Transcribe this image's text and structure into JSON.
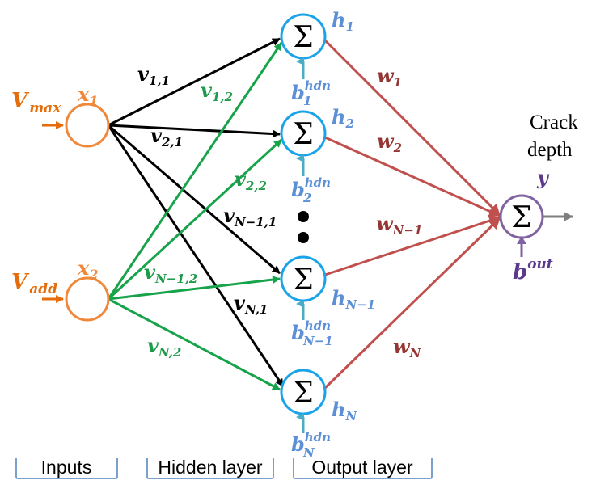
{
  "colors": {
    "input": "#f0883a",
    "input_label": "#e46c0a",
    "hidden": "#1aa3e8",
    "hidden_label": "#5b8fd6",
    "bias_arrow": "#4bacc6",
    "edge_x1": "#000000",
    "edge_x2": "#16a34a",
    "edge_x2_label": "#1f9a4a",
    "edge_out": "#c0504d",
    "edge_out_label": "#943634",
    "output": "#8064a2",
    "output_arrow": "#7f7f7f",
    "bracket": "#4f81bd"
  },
  "inputs": [
    {
      "id": "x1",
      "name": "x",
      "sub": "1",
      "signal": "V",
      "signal_sub": "max"
    },
    {
      "id": "x2",
      "name": "x",
      "sub": "2",
      "signal": "V",
      "signal_sub": "add"
    }
  ],
  "hidden": [
    {
      "id": "h1",
      "name": "h",
      "sub": "1",
      "bias": "b",
      "bias_sup": "hdn",
      "bias_sub": "1",
      "symbol": "Σ"
    },
    {
      "id": "h2",
      "name": "h",
      "sub": "2",
      "bias": "b",
      "bias_sup": "hdn",
      "bias_sub": "2",
      "symbol": "Σ"
    },
    {
      "id": "hN-1",
      "name": "h",
      "sub": "N−1",
      "bias": "b",
      "bias_sup": "hdn",
      "bias_sub": "N−1",
      "symbol": "Σ"
    },
    {
      "id": "hN",
      "name": "h",
      "sub": "N",
      "bias": "b",
      "bias_sup": "hdn",
      "bias_sub": "N",
      "symbol": "Σ"
    }
  ],
  "edge_labels_x1": [
    {
      "name": "v",
      "sub": "1,1"
    },
    {
      "name": "v",
      "sub": "2,1"
    },
    {
      "name": "v",
      "sub": "N−1,1"
    },
    {
      "name": "v",
      "sub": "N,1"
    }
  ],
  "edge_labels_x2": [
    {
      "name": "v",
      "sub": "1,2"
    },
    {
      "name": "v",
      "sub": "2,2"
    },
    {
      "name": "v",
      "sub": "N−1,2"
    },
    {
      "name": "v",
      "sub": "N,2"
    }
  ],
  "output_weights": [
    {
      "name": "w",
      "sub": "1"
    },
    {
      "name": "w",
      "sub": "2"
    },
    {
      "name": "w",
      "sub": "N−1"
    },
    {
      "name": "w",
      "sub": "N"
    }
  ],
  "output": {
    "name": "y",
    "symbol": "Σ",
    "bias": "b",
    "bias_sup": "out",
    "title_line1": "Crack",
    "title_line2": "depth"
  },
  "ellipsis": "⋮",
  "layers": {
    "inputs": "Inputs",
    "hidden": "Hidden layer",
    "output": "Output layer"
  }
}
